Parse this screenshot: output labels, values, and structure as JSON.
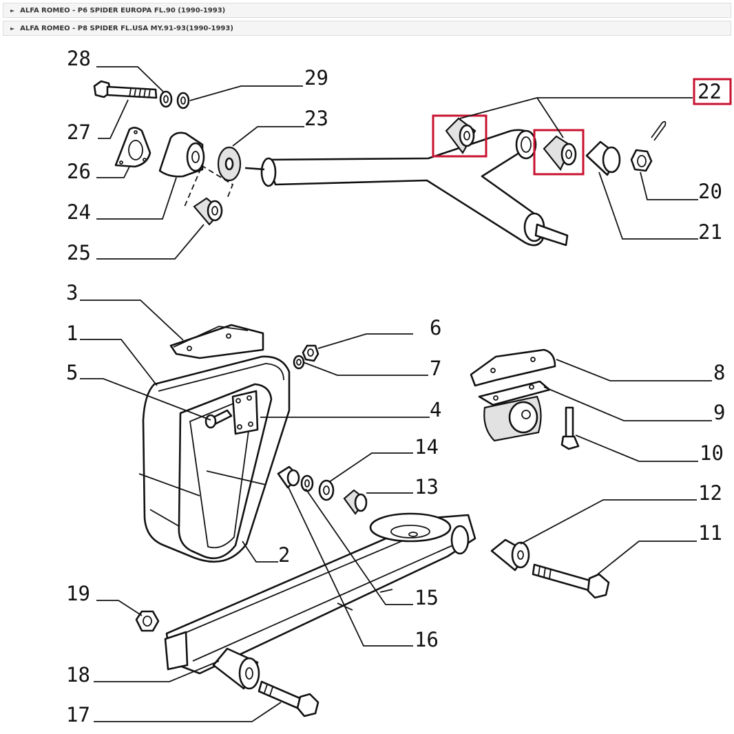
{
  "models": [
    "ALFA ROMEO - P6 SPIDER EUROPA FL.90 (1990-1993)",
    "ALFA ROMEO - P8 SPIDER FL.USA MY.91-93(1990-1993)"
  ],
  "callouts": {
    "n1": "1",
    "n2": "2",
    "n3": "3",
    "n4": "4",
    "n5": "5",
    "n6": "6",
    "n7": "7",
    "n8": "8",
    "n9": "9",
    "n10": "10",
    "n11": "11",
    "n12": "12",
    "n13": "13",
    "n14": "14",
    "n15": "15",
    "n16": "16",
    "n17": "17",
    "n18": "18",
    "n19": "19",
    "n20": "20",
    "n21": "21",
    "n22": "22",
    "n23": "23",
    "n24": "24",
    "n25": "25",
    "n26": "26",
    "n27": "27",
    "n28": "28",
    "n29": "29"
  },
  "highlight": {
    "part": "22",
    "color": "#c8102e"
  }
}
